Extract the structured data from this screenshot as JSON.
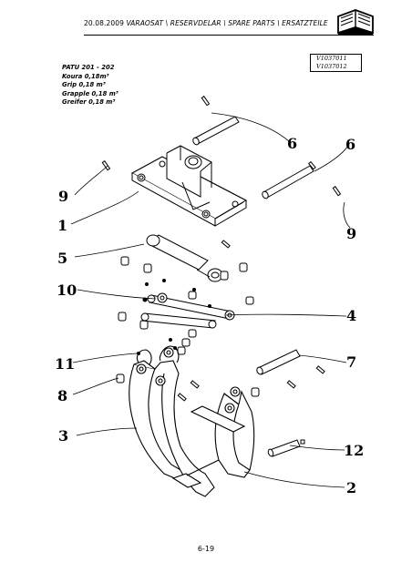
{
  "header": {
    "date": "20.08.2009",
    "title": "VARAOSAT \\ RESERVDELAR \\ SPARE PARTS \\ ERSATZTEILE"
  },
  "codes": [
    "V1037011",
    "V1037012"
  ],
  "model": {
    "name": "PATU 201 - 202",
    "lines": [
      "Koura 0,18m³",
      "Grip 0,18 m³",
      "Grapple 0,18 m³",
      "Greifer 0,18 m³"
    ]
  },
  "callouts": {
    "c6a": "6",
    "c6b": "6",
    "c9a": "9",
    "c9b": "9",
    "c1": "1",
    "c5": "5",
    "c10": "10",
    "c4": "4",
    "c11": "11",
    "c7": "7",
    "c8": "8",
    "c3": "3",
    "c12": "12",
    "c2": "2"
  },
  "footer": {
    "page": "6-19"
  },
  "icons": {
    "header_icon": "book-icon"
  }
}
